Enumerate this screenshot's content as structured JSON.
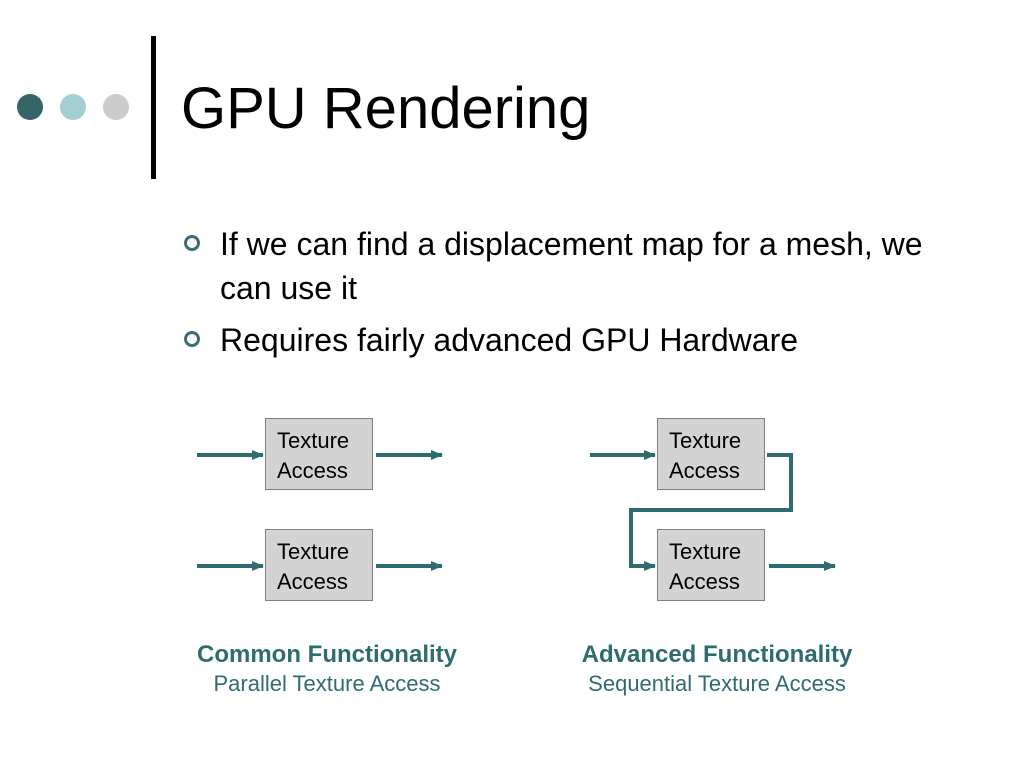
{
  "title": "GPU Rendering",
  "bullets": [
    "If we can find a displacement map for a mesh, we can use it",
    "Requires fairly advanced GPU Hardware"
  ],
  "box": {
    "line1": "Texture",
    "line2": "Access"
  },
  "common": {
    "title": "Common Functionality",
    "subtitle": "Parallel Texture Access"
  },
  "advanced": {
    "title": "Advanced Functionality",
    "subtitle": "Sequential Texture Access"
  },
  "colors": {
    "accent": "#2f6c70",
    "dot_dark": "#366568",
    "dot_light": "#a3cfd2",
    "dot_grey": "#cccccc",
    "box_fill": "#d3d3d3"
  }
}
